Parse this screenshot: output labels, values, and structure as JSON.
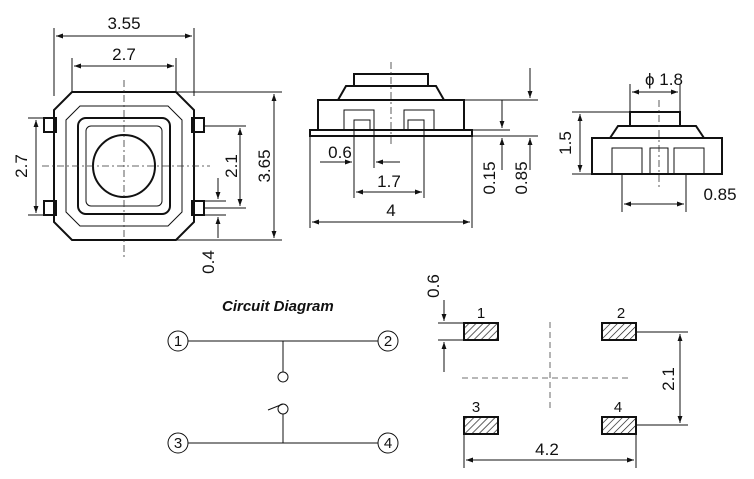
{
  "top_view": {
    "dim_overall_width": "3.55",
    "dim_inner_width": "2.7",
    "dim_side_height": "2.7",
    "dim_pin_pitch": "2.1",
    "dim_overall_height": "3.65",
    "dim_pin_width": "0.4"
  },
  "front_view": {
    "dim_pin_offset": "0.6",
    "dim_gap": "1.7",
    "dim_length": "4",
    "dim_base_height": "0.15",
    "dim_total_height": "0.85"
  },
  "side_view": {
    "dim_actuator": "ϕ 1.8",
    "dim_height": "1.5",
    "dim_lead": "0.85"
  },
  "circuit": {
    "title": "Circuit Diagram",
    "pin1": "1",
    "pin2": "2",
    "pin3": "3",
    "pin4": "4"
  },
  "footprint": {
    "pad1": "1",
    "pad2": "2",
    "pad3": "3",
    "pad4": "4",
    "dim_pad_height": "0.6",
    "dim_pitch_vertical": "2.1",
    "dim_pitch_horizontal": "4.2"
  }
}
